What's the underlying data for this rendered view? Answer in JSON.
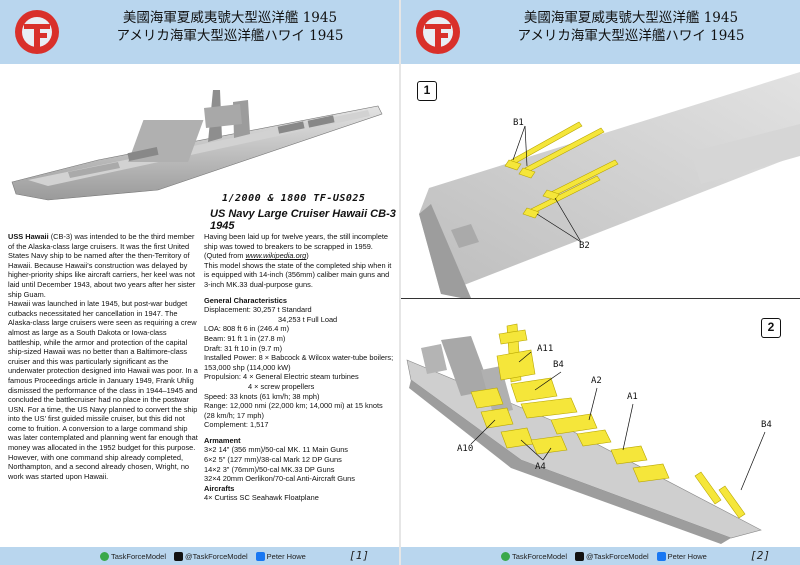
{
  "header": {
    "title_cn": "美國海軍夏威夷號大型巡洋艦 1945",
    "title_jp": "アメリカ海軍大型巡洋艦ハワイ 1945"
  },
  "left": {
    "scale_line": "1/2000 & 1800 TF-US025",
    "subtitle": "US Navy Large Cruiser Hawaii CB-3 1945",
    "col1": {
      "ship_name": "USS Hawaii",
      "p1_rest": " (CB-3) was intended to be the third member of the Alaska-class large cruisers. It was the first United States Navy ship to be named after the then-Territory of Hawaii. Because Hawaii's construction was delayed by higher-priority ships like aircraft carriers, her keel was not laid until December 1943, about two years after her sister ship Guam.",
      "p2": "Hawaii was launched in late 1945, but post-war budget cutbacks necessitated her cancellation in 1947. The Alaska-class large cruisers were seen as requiring a crew almost as large as a South Dakota or Iowa-class battleship, while the armor and protection of the capital ship-sized Hawaii was no better than a Baltimore-class cruiser and this was particularly significant as the underwater protection designed into Hawaii was poor. In a famous Proceedings article in January 1949, Frank Uhlig dismissed the performance of the class in 1944–1945 and concluded the battlecruiser had no place in the postwar USN. For a time, the US Navy planned to convert the ship into the US' first guided missile cruiser, but this did not come to fruition. A conversion to a large command ship was later contemplated and planning went far enough that money was allocated in the 1952 budget for this purpose. However, with one command ship already completed, Northampton, and a second already chosen, Wright, no work was started upon Hawaii."
    },
    "col2": {
      "p1": "Having been laid up for twelve years, the still incomplete ship was towed to breakers to be scrapped in 1959.",
      "quote_prefix": "(Quted from ",
      "quote_link": "www.wikipedia.org",
      "quote_suffix": ")",
      "p2": "This model shows the state of the completed ship when it is equipped with 14-inch (356mm) caliber main guns and 3-inch MK.33 dual-purpose guns.",
      "gc_heading": "General Characteristics",
      "gc": [
        "Displacement: 30,257 t Standard",
        "34,253 t Full Load",
        "LOA: 808 ft 6 in (246.4 m)",
        "Beam: 91 ft 1 in (27.8 m)",
        "Draft: 31 ft 10 in (9.7 m)",
        "Installed Power: 8 × Babcock & Wilcox water-tube boilers;  153,000 shp (114,000 kW)",
        "Propulsion: 4 × General Electric steam turbines",
        "4 × screw propellers",
        "Speed: 33 knots (61 km/h; 38 mph)",
        "Range: 12,000 nmi (22,000 km; 14,000 mi) at 15 knots (28 km/h; 17 mph)",
        "Complement: 1,517"
      ],
      "arm_heading": "Armament",
      "arm": [
        "3×2 14\" (356 mm)/50-cal MK. 11 Main Guns",
        "6×2 5\" (127 mm)/38-cal Mark 12 DP Guns",
        "14×2 3\" (76mm)/50-cal MK.33 DP Guns",
        "32×4 20mm Oerlikon/70-cal Anti-Aircraft Guns"
      ],
      "air_heading": "Aircrafts",
      "air": "4× Curtiss SC Seahawk Floatplane"
    },
    "page_num": "[1]"
  },
  "right": {
    "step1": "1",
    "step2": "2",
    "labels1": {
      "b1": "B1",
      "b2": "B2"
    },
    "labels2": {
      "a11": "A11",
      "b4a": "B4",
      "a2": "A2",
      "a1": "A1",
      "b4b": "B4",
      "a10": "A10",
      "a4": "A4"
    },
    "page_num": "[2]"
  },
  "footer": {
    "wechat": "TaskForceModel",
    "x": "@TaskForceModel",
    "fb": "Peter Howe"
  },
  "colors": {
    "header_bg": "#b9d6ee",
    "parts_yellow": "#f5e63a",
    "logo_red": "#d9302a",
    "hull_gray": "#c8c8c8"
  }
}
